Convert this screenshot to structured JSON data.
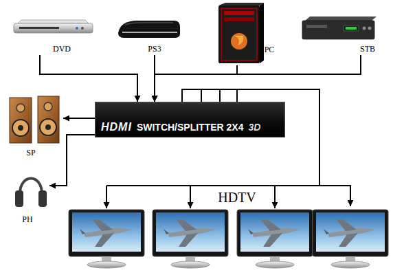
{
  "diagram": {
    "nodes": [
      {
        "text": [
          "DVD"
        ]
      },
      {
        "text": [
          "PS3"
        ]
      },
      {
        "text": [
          "PC"
        ]
      },
      {
        "text": [
          "STB"
        ]
      },
      {
        "text": [
          "HDMI",
          "SWITCH/SPLITTER 2X4",
          "3D"
        ]
      },
      {
        "text": [
          "SP"
        ]
      },
      {
        "text": [
          "PH"
        ]
      },
      {
        "text": [
          "HDTV"
        ]
      }
    ],
    "edges": [
      {
        "from": 0,
        "to": 4,
        "arrow": "to"
      },
      {
        "from": 1,
        "to": 4,
        "arrow": "to"
      },
      {
        "from": 2,
        "to": 4,
        "arrow": "to"
      },
      {
        "from": 3,
        "to": 4,
        "arrow": "to"
      },
      {
        "from": 4,
        "to": 5,
        "arrow": "to"
      },
      {
        "from": 4,
        "to": 6,
        "arrow": "to"
      },
      {
        "from": 4,
        "to": 7,
        "arrow": "to"
      }
    ]
  }
}
